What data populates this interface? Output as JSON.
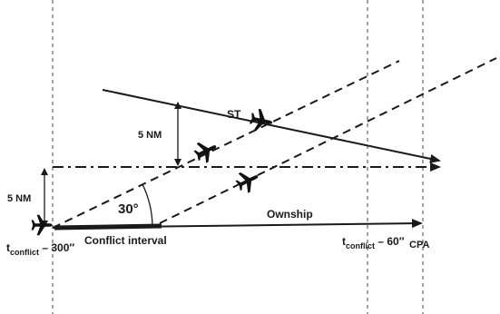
{
  "labels": {
    "st": "ST",
    "five_nm_top": "5 NM",
    "five_nm_left": "5 NM",
    "angle": "30°",
    "ownship": "Ownship",
    "conflict_interval": "Conflict interval",
    "t_left_base": "t",
    "t_left_sub": "conflict",
    "t_left_rest": " – 300″",
    "t_right_base": "t",
    "t_right_sub": "conflict",
    "t_right_rest": " – 60″",
    "cpa": "CPA"
  },
  "colors": {
    "line": "#1a1a1a",
    "guide": "#444444",
    "background": "#ffffff"
  },
  "icons": [
    "airplane-icon"
  ]
}
